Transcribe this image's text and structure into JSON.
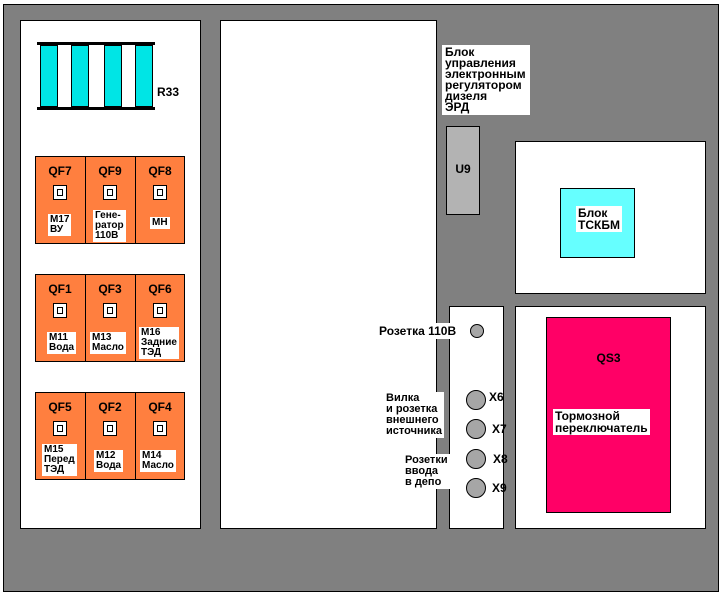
{
  "resistor": {
    "label": "R33"
  },
  "breakers": [
    {
      "name": "QF7",
      "desc": "М17\nВУ"
    },
    {
      "name": "QF9",
      "desc": "Гене-\nратор\n110В"
    },
    {
      "name": "QF8",
      "desc": "МН"
    },
    {
      "name": "QF1",
      "desc": "М11\nВода"
    },
    {
      "name": "QF3",
      "desc": "М13\nМасло"
    },
    {
      "name": "QF6",
      "desc": "М16\nЗадние\nТЭД"
    },
    {
      "name": "QF5",
      "desc": "М15\nПеред\nТЭД"
    },
    {
      "name": "QF2",
      "desc": "М12\nВода"
    },
    {
      "name": "QF4",
      "desc": "М14\nМасло"
    }
  ],
  "erd_block": {
    "label": "Блок\nуправления\nэлектронным\nрегулятором\nдизеля\nЭРД",
    "unit": "U9"
  },
  "tskbm_block": {
    "label": "Блок\nТСКБМ"
  },
  "brake_switch": {
    "name": "QS3",
    "label": "Тормозной\nпереключатель"
  },
  "socket_110": {
    "label": "Розетка 110В"
  },
  "external_source": {
    "label": "Вилка\nи розетка\nвнешнего\nисточника"
  },
  "depot_input": {
    "label": "Розетки\nввода\nв депо"
  },
  "terminals": {
    "x6": "X6",
    "x7": "X7",
    "x8": "X8",
    "x9": "X9"
  },
  "colors": {
    "cabinet": "#808080",
    "breaker_panel": "#ff7f3f",
    "resistor": "#00e5e5",
    "tskbm": "#66ffff",
    "brake_switch": "#ff0066",
    "u9": "#b3b3b3"
  }
}
